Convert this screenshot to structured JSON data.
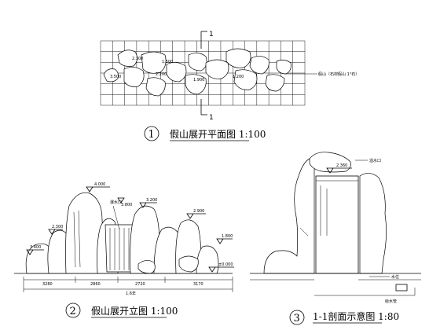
{
  "plan": {
    "section_mark_top": "1",
    "section_mark_bottom": "1",
    "note": "假山（石材假山 1°石）",
    "circle_number": "1",
    "title": "假山展开平面图 1:100",
    "labels": [
      "2.300",
      "1.500",
      "3.500",
      "2.200",
      "1.900",
      "1.200"
    ]
  },
  "elevation": {
    "circle_number": "2",
    "title": "假山展开立图 1:100",
    "waterfall_label": "瀑水口",
    "elevations": [
      "4.000",
      "3.200",
      "3.800",
      "2.900",
      "2.300",
      "1.800",
      "3.400",
      "±0.000"
    ],
    "dims": [
      "3280",
      "2860",
      "2720",
      "3170"
    ],
    "total_dim": "1.6年"
  },
  "section": {
    "circle_number": "3",
    "title": "1-1剖面示意图 1:80",
    "outlet_label": "溢水口",
    "elevation": "2.360",
    "water_label": "水位",
    "pipe_label": "给水管"
  }
}
